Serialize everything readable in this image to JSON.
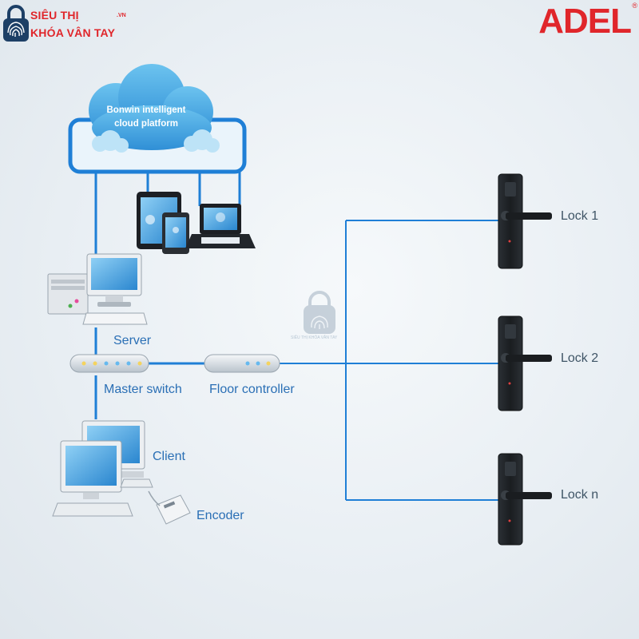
{
  "brand": {
    "line1": "SIÊU THỊ",
    "line2": "KHÓA VÂN TAY",
    "suffix": ".VN"
  },
  "logo": {
    "text": "ADEL",
    "registered": "®"
  },
  "cloud": {
    "line1": "Bonwin intelligent",
    "line2": "cloud platform"
  },
  "nodes": {
    "server": "Server",
    "master_switch": "Master switch",
    "floor_controller": "Floor controller",
    "client": "Client",
    "encoder": "Encoder"
  },
  "locks": [
    "Lock 1",
    "Lock 2",
    "Lock n"
  ],
  "watermark": {
    "text": "SIÊU THỊ KHÓA VÂN TAY"
  },
  "colors": {
    "link_line": "#1f7fd6",
    "cloud_frame": "#1f7fd6",
    "label": "#2a6fb5",
    "brand_red": "#e0262b",
    "lock_body": "#1e2226"
  }
}
